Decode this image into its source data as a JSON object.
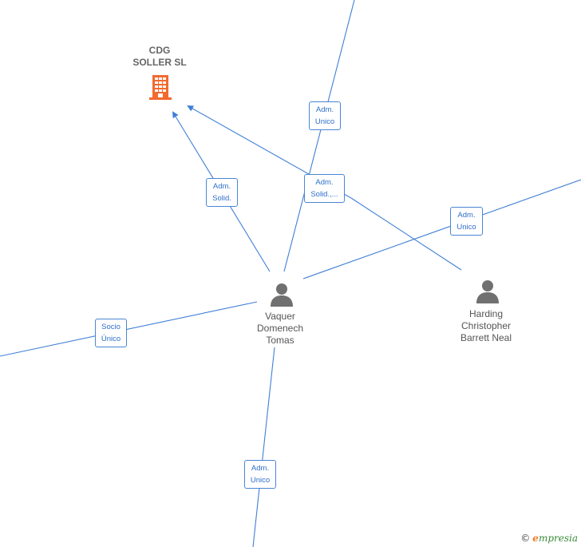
{
  "nodes": {
    "company": {
      "line1": "CDG",
      "line2": "SOLLER SL",
      "icon": "building-icon",
      "color": "#f26a2e"
    },
    "vaquer": {
      "line1": "Vaquer",
      "line2": "Domenech",
      "line3": "Tomas",
      "icon": "person-icon"
    },
    "harding": {
      "line1": "Harding",
      "line2": "Christopher",
      "line3": "Barrett Neal",
      "icon": "person-icon"
    }
  },
  "edges": {
    "e1": {
      "line1": "Adm.",
      "line2": "Unico"
    },
    "e2": {
      "line1": "Adm.",
      "line2": "Solid."
    },
    "e3": {
      "line1": "Adm.",
      "line2": "Solid.,..."
    },
    "e4": {
      "line1": "Adm.",
      "line2": "Unico"
    },
    "e5": {
      "line1": "Socio",
      "line2": "Único"
    },
    "e6": {
      "line1": "Adm.",
      "line2": "Unico"
    }
  },
  "colors": {
    "edge": "#3f7fd6",
    "person": "#707070"
  },
  "footer": {
    "copyright": "©",
    "brand_e": "e",
    "brand_rest": "mpresia"
  }
}
